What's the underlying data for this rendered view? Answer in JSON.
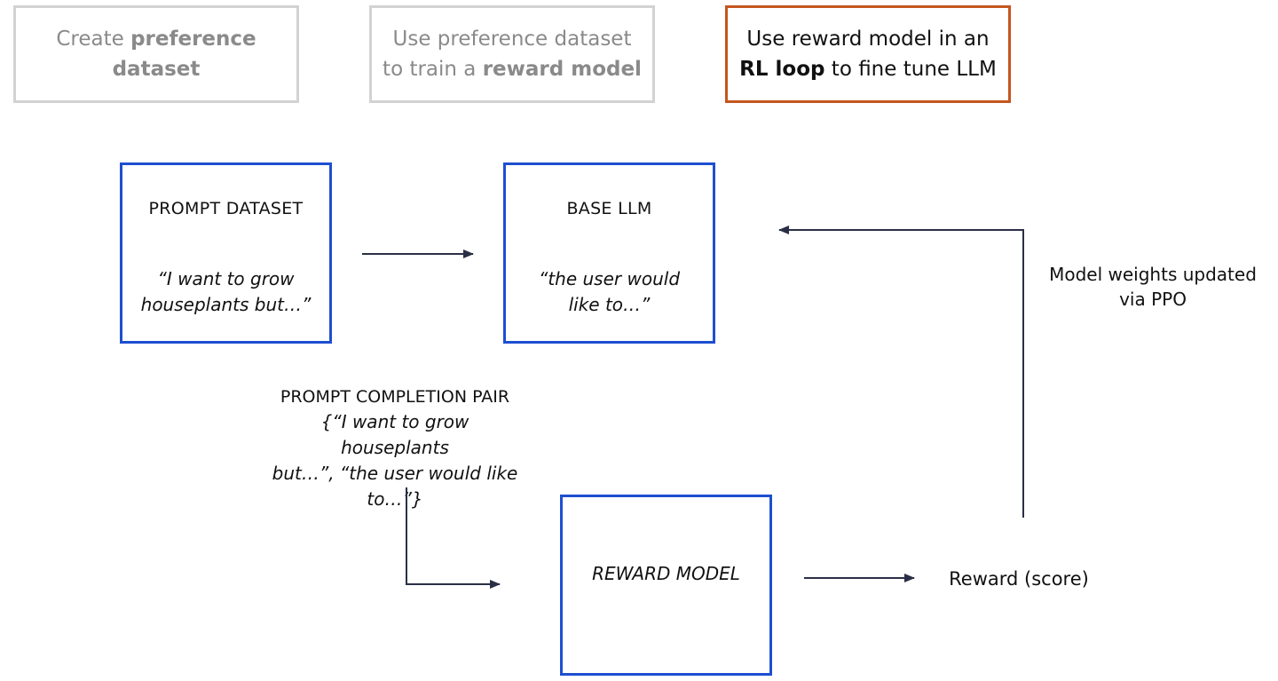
{
  "steps": [
    {
      "pre": "Create ",
      "bold": "preference",
      "post": "",
      "line2_pre": "",
      "line2_bold": "dataset",
      "line2_post": "",
      "state": "inactive"
    },
    {
      "pre": "Use preference dataset",
      "bold": "",
      "post": "",
      "line2_pre": "to train a ",
      "line2_bold": "reward model",
      "line2_post": "",
      "state": "inactive"
    },
    {
      "pre": "Use reward model in an",
      "bold": "",
      "post": "",
      "line2_pre": "",
      "line2_bold": "RL loop",
      "line2_post": " to fine tune LLM",
      "state": "active"
    }
  ],
  "nodes": {
    "prompt_dataset": {
      "title": "PROMPT DATASET",
      "quote_line1": "“I want to grow",
      "quote_line2": "houseplants but…”"
    },
    "base_llm": {
      "title": "BASE LLM",
      "quote_line1": "“the user would",
      "quote_line2": "like to…”"
    },
    "reward_model": {
      "title": "REWARD MODEL"
    }
  },
  "labels": {
    "pair_title": "PROMPT COMPLETION PAIR",
    "pair_line1": "{“I want to grow houseplants",
    "pair_line2": "but…”, “the user would like",
    "pair_line3": "to…”}",
    "reward": "Reward (score)",
    "weights_line1": "Model weights updated",
    "weights_line2": "via PPO"
  },
  "colors": {
    "node_border": "#1d4fd1",
    "inactive_border": "#d2d2d2",
    "active_border": "#c4561f",
    "arrow": "#2a2f45"
  }
}
